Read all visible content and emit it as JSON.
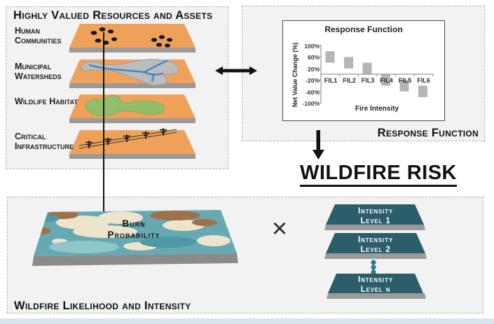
{
  "hvra_box": {
    "title": "Highly Valued Resources and Assets",
    "layers": [
      {
        "label": "Human Communities",
        "icon": "human-communities-dots"
      },
      {
        "label": "Municipal Watersheds",
        "icon": "watershed-blob-with-river"
      },
      {
        "label": "Wildlife Habitat",
        "icon": "habitat-green-blob"
      },
      {
        "label": "Critical Infrastructure",
        "icon": "power-transmission-line"
      }
    ]
  },
  "response_box": {
    "caption": "Response Function"
  },
  "chart_data": {
    "type": "bar",
    "subtype": "floating-range-bars",
    "title": "Response Function",
    "xlabel": "Fire Intensity",
    "ylabel": "Net  Value Change (%)",
    "categories": [
      "FIL1",
      "FIL2",
      "FIL3",
      "FIL4",
      "FIL5",
      "FIL6"
    ],
    "ranges": [
      [
        40,
        80
      ],
      [
        20,
        60
      ],
      [
        0,
        40
      ],
      [
        -40,
        0
      ],
      [
        -60,
        -20
      ],
      [
        -80,
        -40
      ]
    ],
    "y_ticks": [
      "100%",
      "60%",
      "20%",
      "-20%",
      "-60%",
      "-100%"
    ],
    "y_tick_values": [
      100,
      60,
      20,
      -20,
      -60,
      -100
    ],
    "ylim": [
      -100,
      100
    ],
    "grid": false,
    "legend": false,
    "bar_color": "#b5b5b5",
    "axis_color": "#999999"
  },
  "risk_title": "WILDFIRE RISK",
  "likelihood_box": {
    "caption": "Wildfire Likelihood and Intensity",
    "map_label": {
      "line1": "Burn",
      "line2": "Probability"
    },
    "multiply_sign": "×",
    "intensity_levels": [
      {
        "line1": "Intensity",
        "line2": "Level 1"
      },
      {
        "line1": "Intensity",
        "line2": "Level 2"
      },
      {
        "line1": "Intensity",
        "line2": "Level n"
      }
    ]
  },
  "colors": {
    "layer_orange": "#f0a159",
    "layer_side_gray": "#9a9a9a",
    "watershed_gray": "#bcbcbc",
    "river_blue": "#3d87cc",
    "habitat_green": "#92be6c",
    "map_base_teal": "#66a9b2",
    "map_cream": "#ece4cb",
    "map_brown": "#a07148",
    "slab_teal": "#2b5d6b",
    "dots_black": "#151515",
    "box_fill": "#f2f2f2",
    "footer_strip": "#d9e4ed"
  }
}
